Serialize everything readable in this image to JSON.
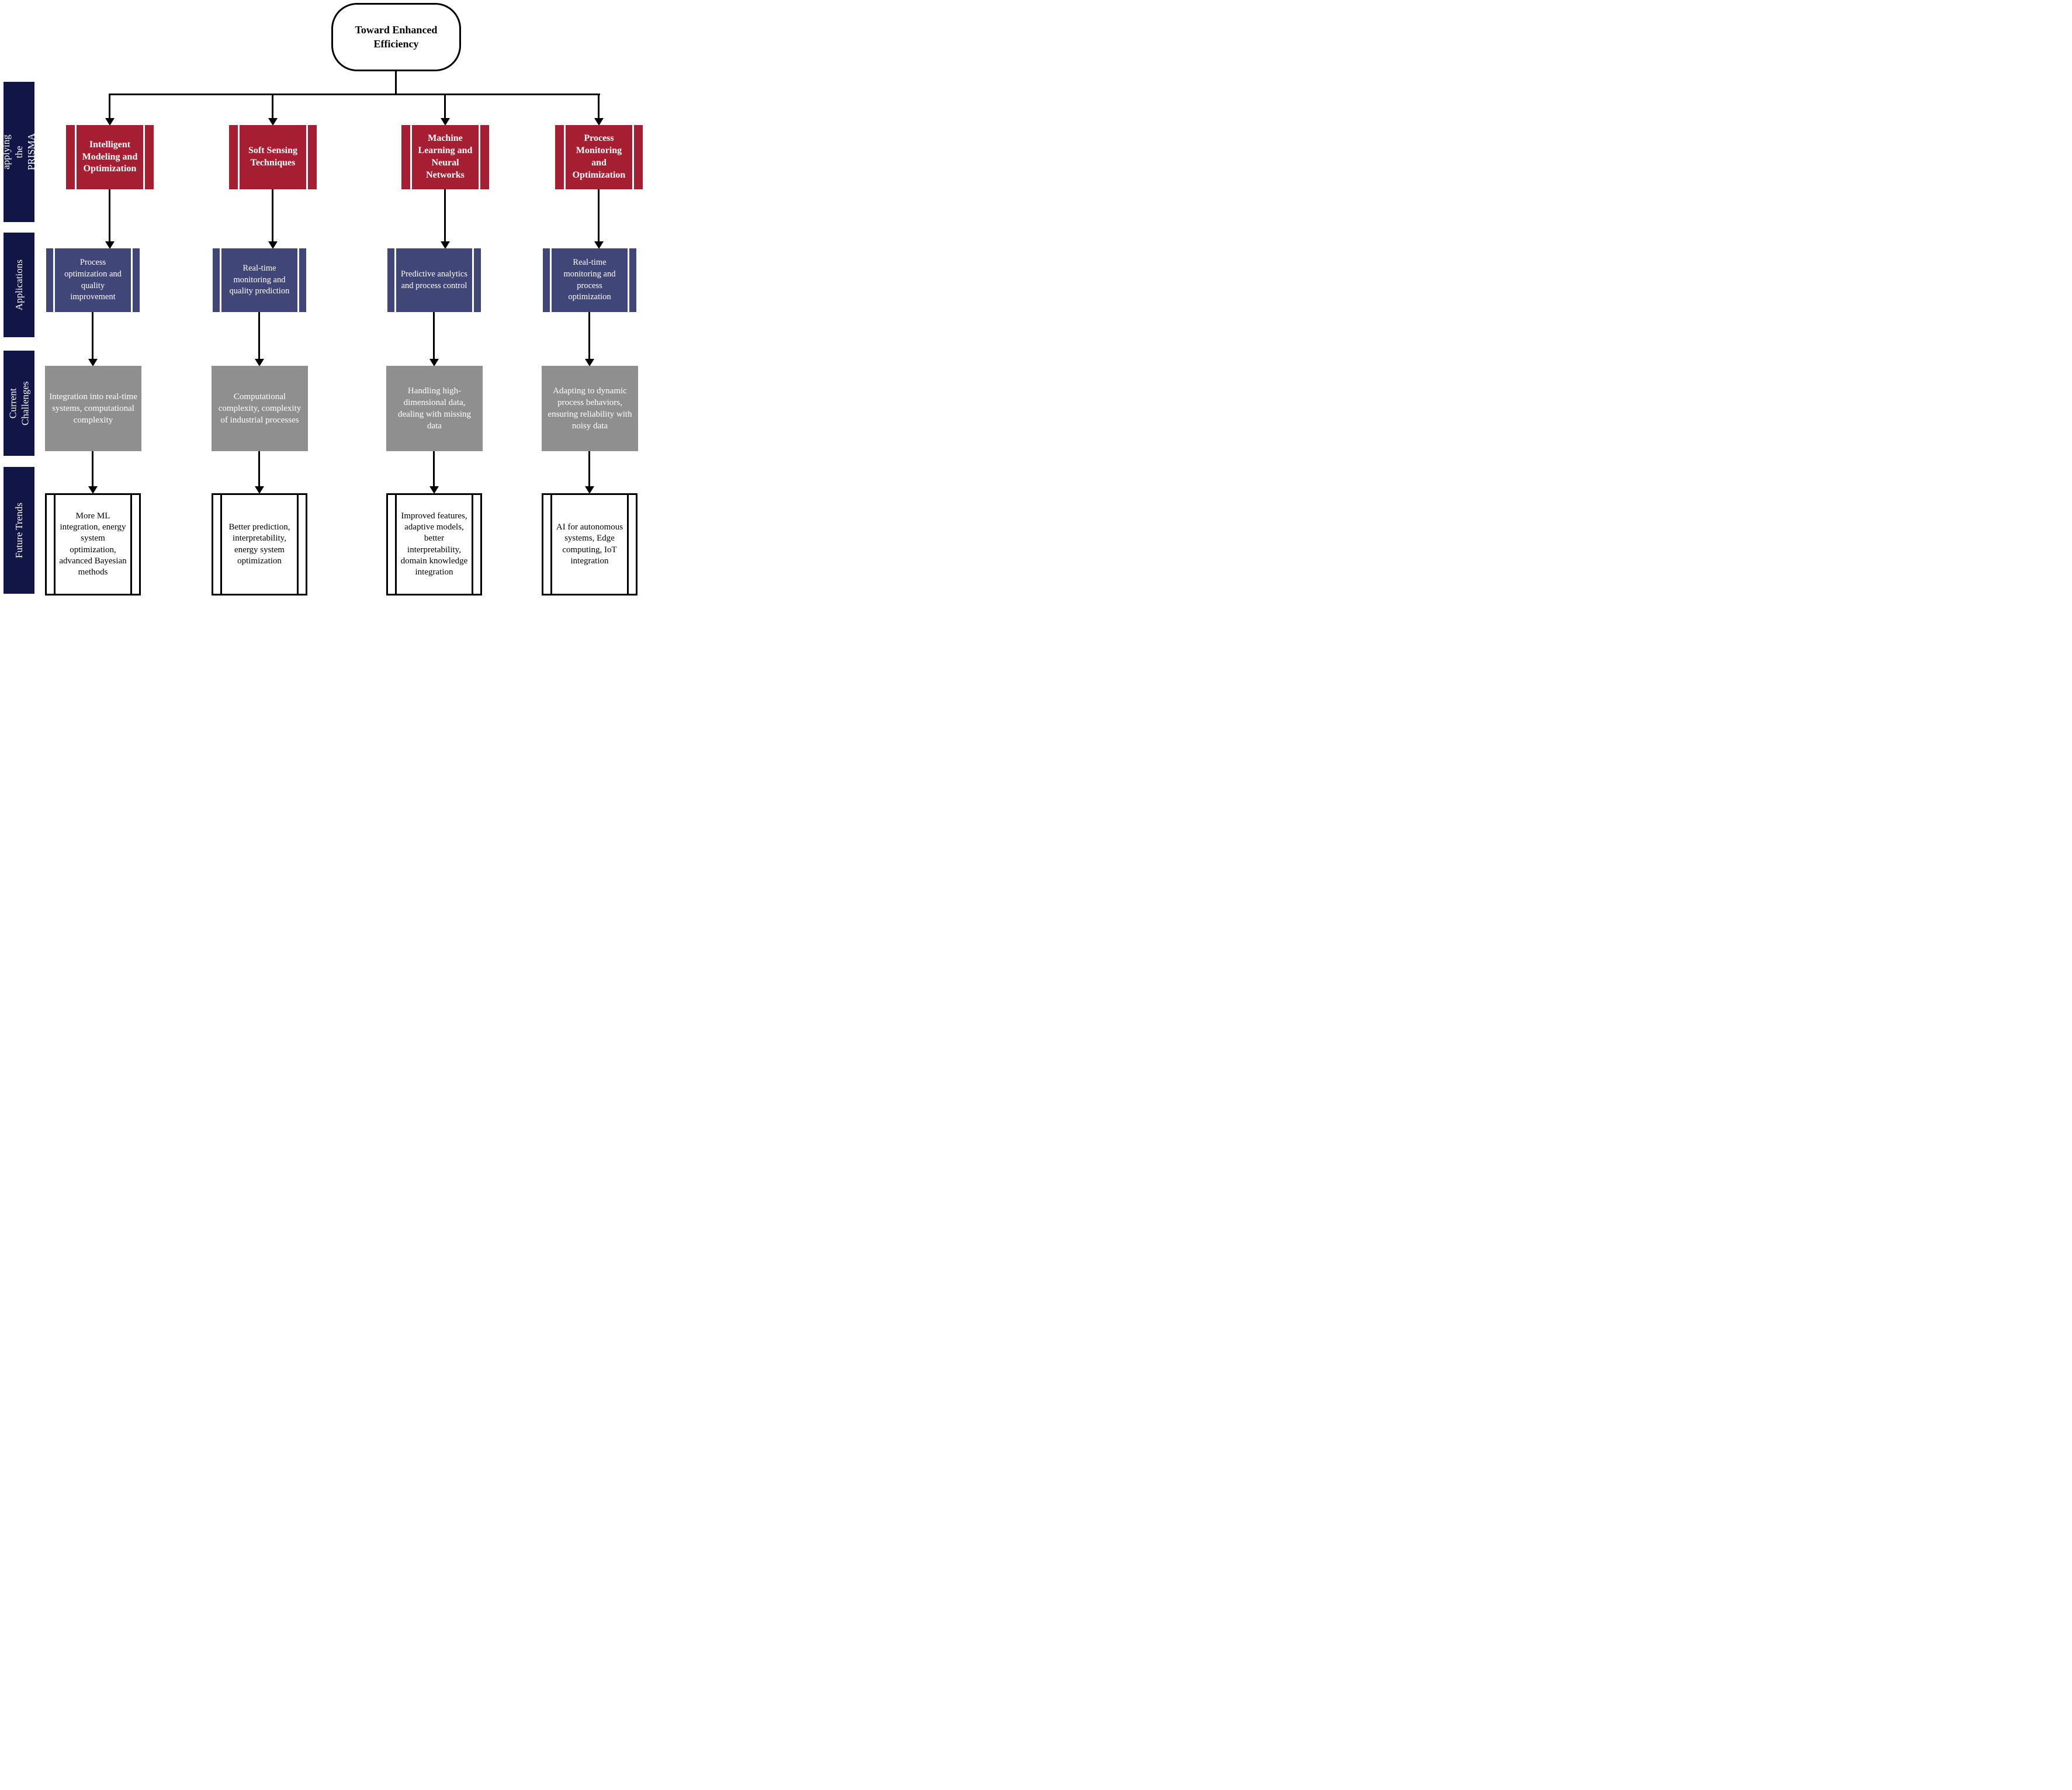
{
  "diagram": {
    "root_label": "Toward Enhanced Efficiency",
    "sidebar": [
      {
        "label": "After applying the PRISMA method"
      },
      {
        "label": "Applications"
      },
      {
        "label": "Current Challenges"
      },
      {
        "label": "Future Trends"
      }
    ],
    "columns": [
      {
        "method": "Intelligent Modeling and Optimization",
        "application": "Process optimization and quality improvement",
        "challenge": "Integration into real-time systems, computational complexity",
        "trend": "More ML integration, energy system optimization, advanced Bayesian methods"
      },
      {
        "method": "Soft Sensing Techniques",
        "application": "Real-time monitoring and quality prediction",
        "challenge": "Computational complexity, complexity of industrial processes",
        "trend": "Better prediction, interpretability, energy system optimization"
      },
      {
        "method": "Machine Learning and Neural Networks",
        "application": "Predictive analytics and process control",
        "challenge": "Handling high-dimensional data, dealing with missing data",
        "trend": "Improved features, adaptive models, better interpretability, domain knowledge integration"
      },
      {
        "method": "Process Monitoring and Optimization",
        "application": "Real-time monitoring and process optimization",
        "challenge": "Adapting to dynamic process behaviors, ensuring reliability with noisy data",
        "trend": "AI for autonomous systems, Edge computing, IoT integration"
      }
    ],
    "colors": {
      "method_box": "#A51E32",
      "application_box": "#414678",
      "challenge_box": "#8F8F8F",
      "sidebar_bar": "#121647",
      "line": "#000000",
      "background": "#FFFFFF"
    }
  }
}
